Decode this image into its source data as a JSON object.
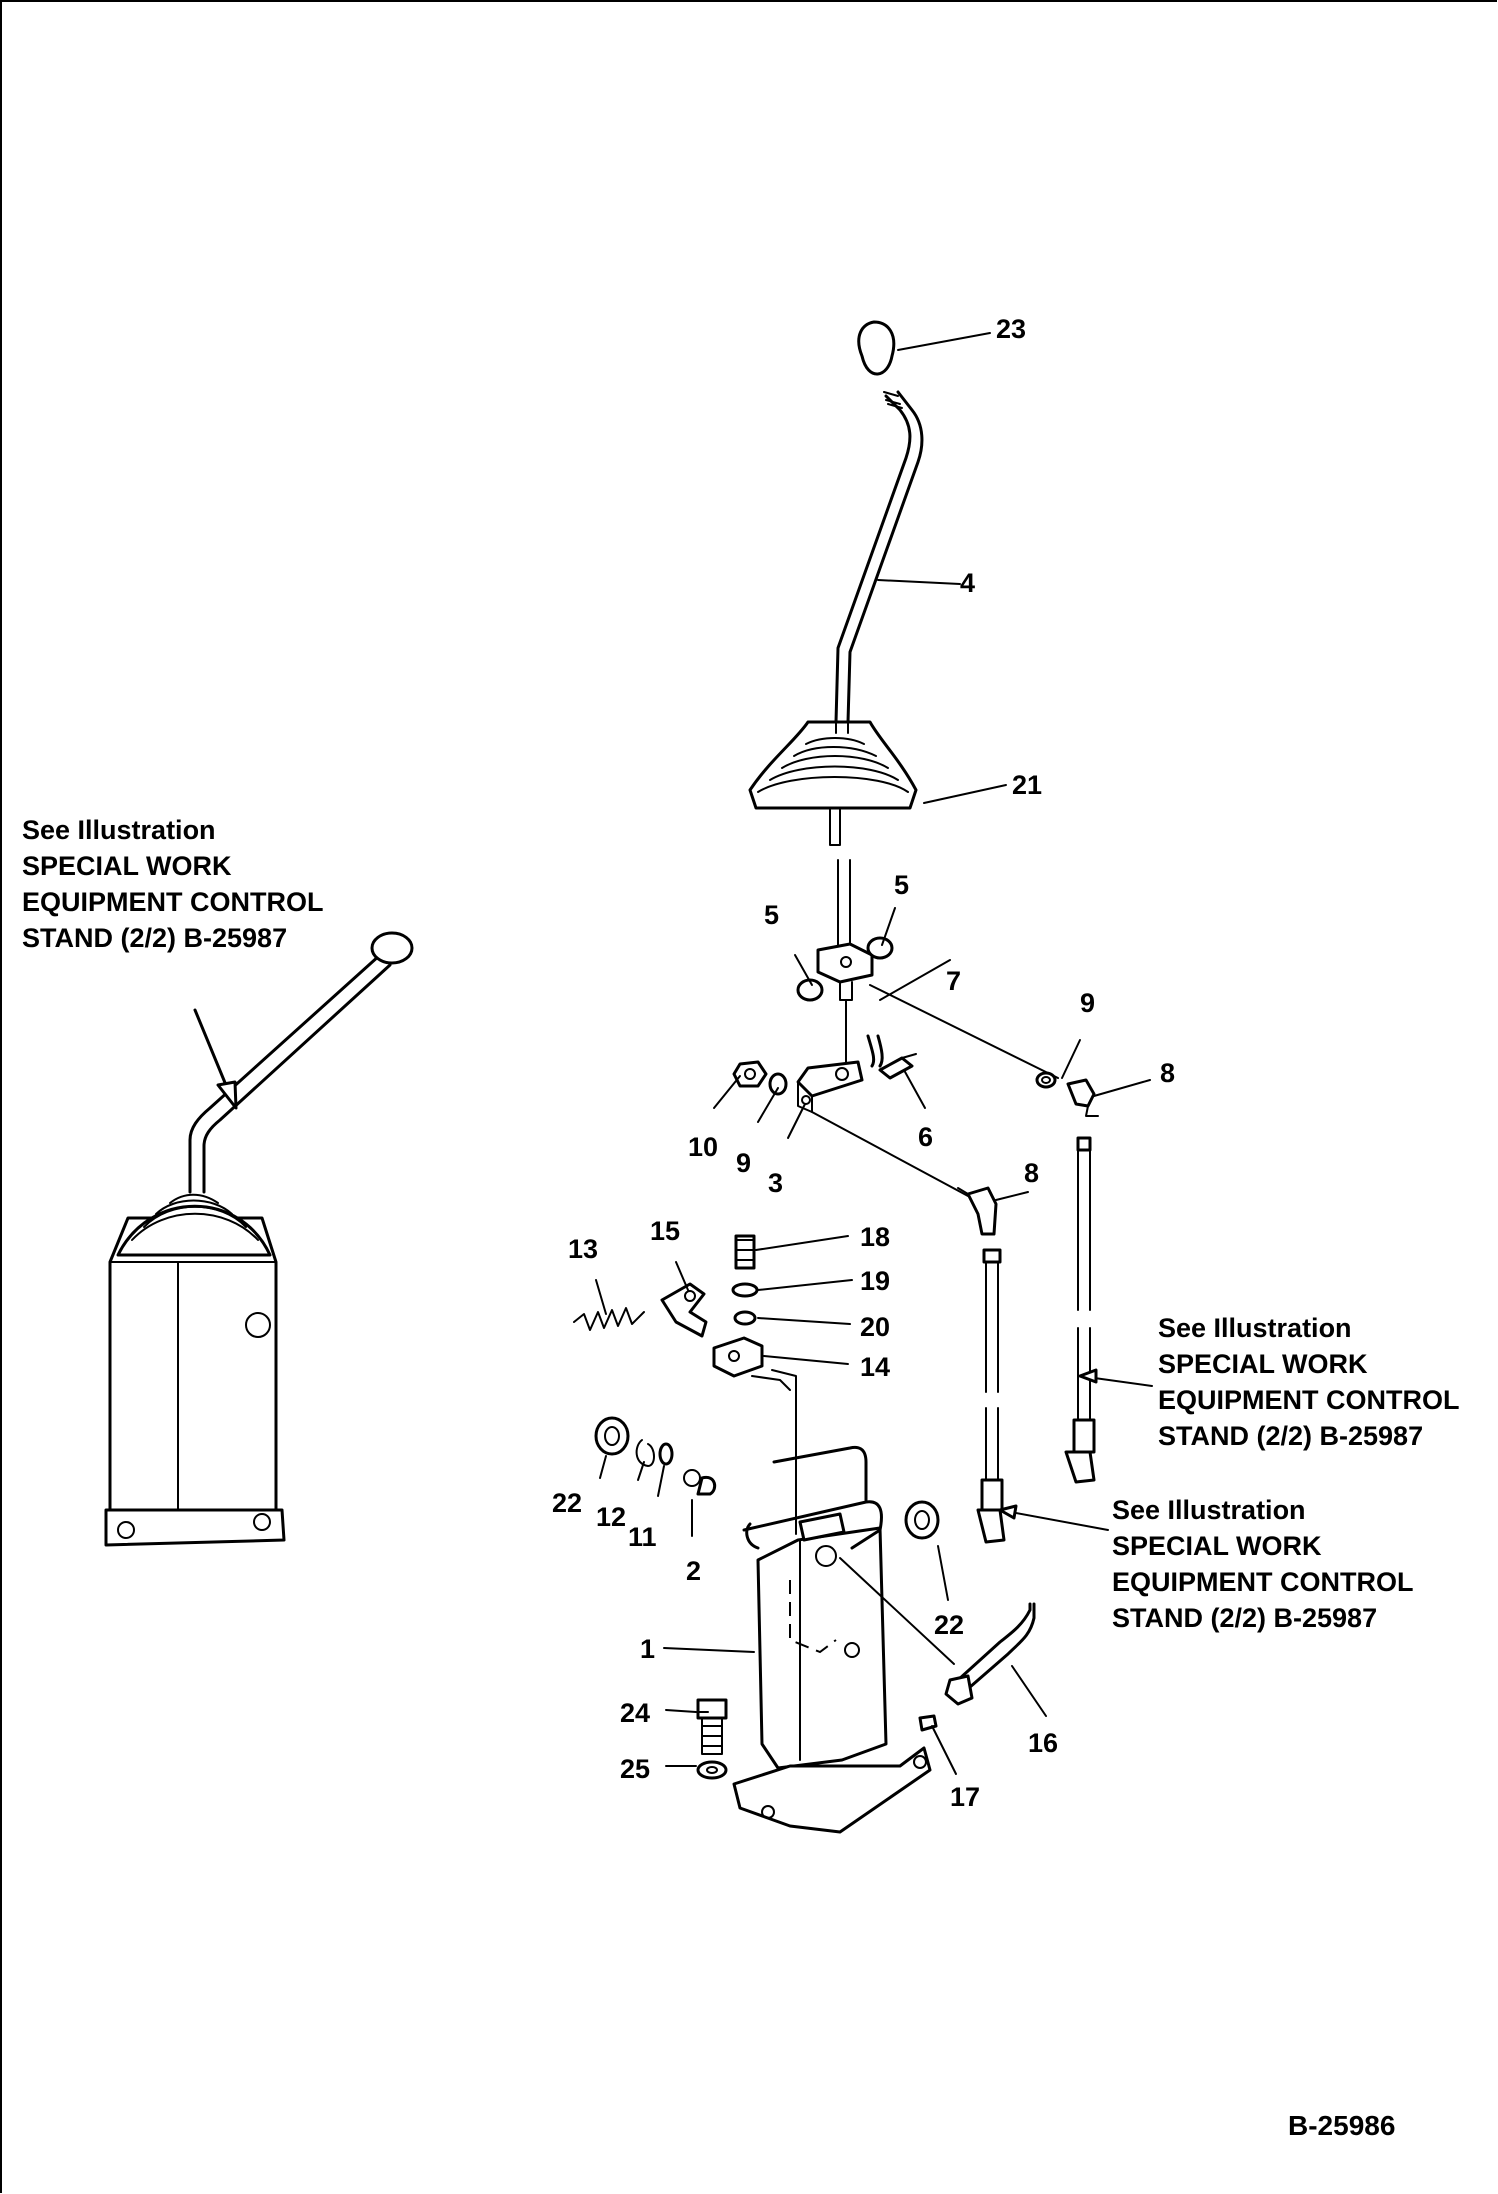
{
  "figure_id": "B-25986",
  "references": [
    {
      "lines": [
        "See Illustration",
        "SPECIAL WORK",
        "EQUIPMENT CONTROL",
        "STAND (2/2) B-25987"
      ]
    },
    {
      "lines": [
        "See Illustration",
        "SPECIAL WORK",
        "EQUIPMENT CONTROL",
        "STAND (2/2) B-25987"
      ]
    },
    {
      "lines": [
        "See Illustration",
        "SPECIAL WORK",
        "EQUIPMENT CONTROL",
        "STAND (2/2) B-25987"
      ]
    }
  ],
  "callouts": [
    "23",
    "4",
    "21",
    "5",
    "5",
    "7",
    "9",
    "8",
    "10",
    "9",
    "3",
    "6",
    "8",
    "13",
    "15",
    "18",
    "19",
    "20",
    "14",
    "22",
    "12",
    "11",
    "2",
    "22",
    "1",
    "24",
    "25",
    "16",
    "17"
  ]
}
